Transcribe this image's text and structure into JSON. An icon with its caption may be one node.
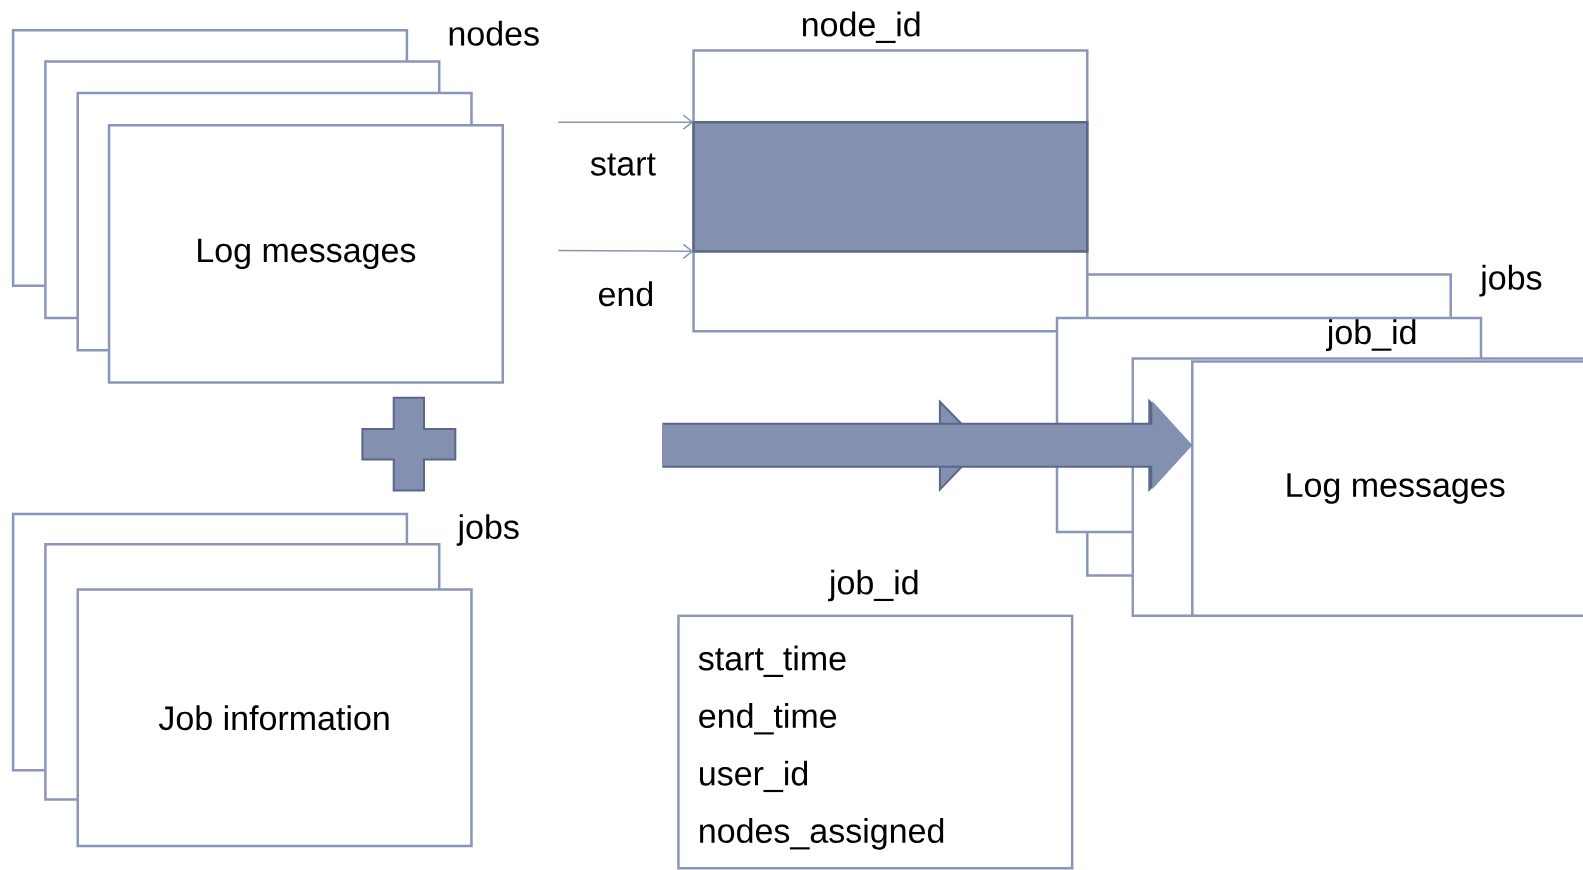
{
  "diagram": {
    "nodes": [
      {
        "text": [
          "Log messages"
        ],
        "beside": [
          "nodes"
        ]
      },
      {
        "text": [
          "Job information"
        ],
        "beside": [
          "jobs"
        ]
      },
      {
        "text": [
          "node_id"
        ]
      },
      {
        "text": [],
        "shape": "bar",
        "in": 2
      },
      {
        "text": [
          "job_id",
          "start_time",
          "end_time",
          "user_id",
          "nodes_assigned"
        ]
      },
      {
        "text": [
          "Log messages"
        ],
        "beside": [
          "jobs",
          "job_id"
        ]
      },
      {
        "text": [],
        "shape": "plus"
      }
    ],
    "edges": [
      {
        "from": null,
        "to": 3,
        "arrow": "to",
        "label": "start"
      },
      {
        "from": null,
        "to": 3,
        "arrow": "to",
        "label": "end"
      },
      {
        "from": null,
        "to": 5,
        "arrow": "to",
        "style": "thick"
      }
    ]
  }
}
